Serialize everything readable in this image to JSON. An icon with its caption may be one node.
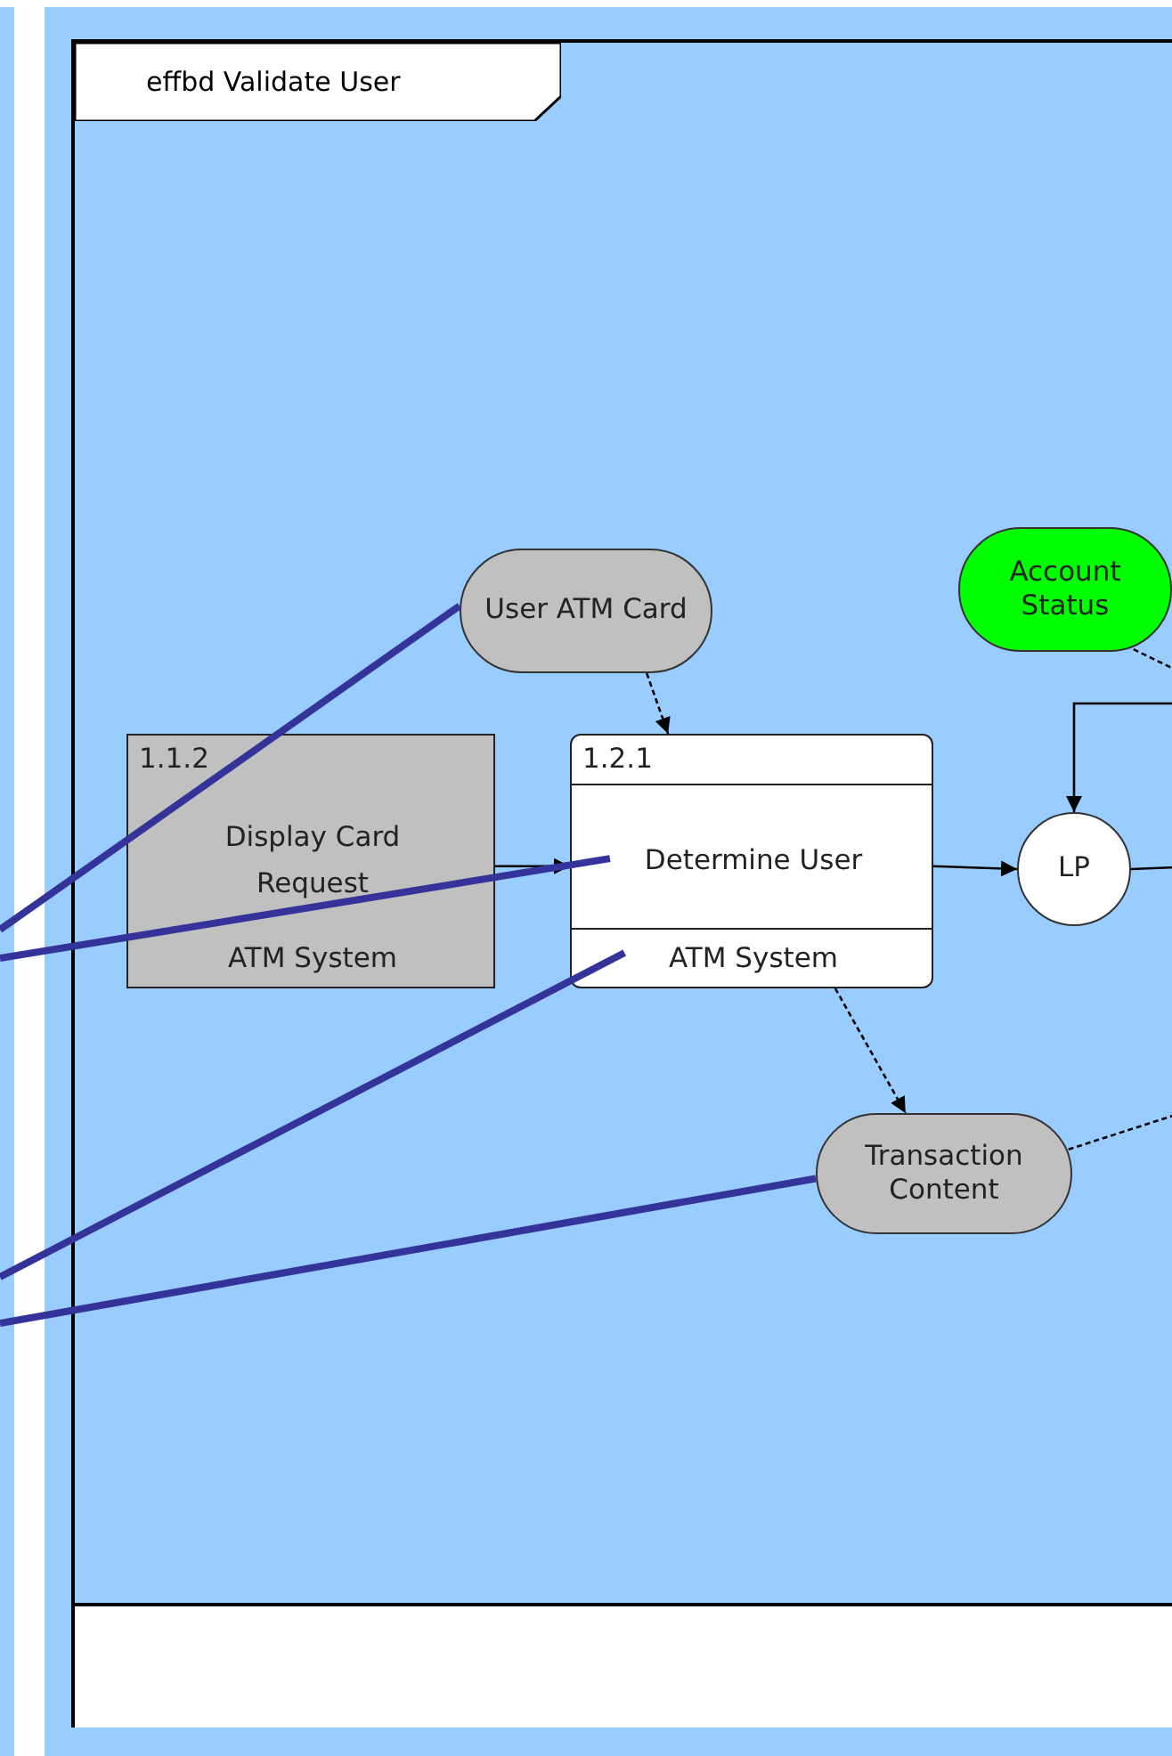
{
  "diagram": {
    "nodes": [
      {
        "text": [
          "effbd Validate User"
        ]
      },
      {
        "text": [
          "User ATM Card"
        ],
        "in": 0
      },
      {
        "text": [
          "Account Status"
        ],
        "in": 0
      },
      {
        "text": [
          "1.1.2",
          "Display Card Request",
          "ATM System"
        ],
        "in": 0
      },
      {
        "text": [
          "1.2.1",
          "Determine User",
          "ATM System"
        ],
        "in": 0
      },
      {
        "text": [
          "LP"
        ],
        "in": 0
      },
      {
        "text": [
          "Transaction Content"
        ],
        "in": 0
      }
    ],
    "edges": [
      {
        "from": 1,
        "to": 4,
        "arrow": "to",
        "style": "dashed"
      },
      {
        "from": 3,
        "to": 4,
        "arrow": "to"
      },
      {
        "from": 4,
        "to": 5,
        "arrow": "to"
      },
      {
        "from": null,
        "to": 5,
        "arrow": "to"
      },
      {
        "from": 2,
        "to": null,
        "arrow": "none",
        "style": "dashed"
      },
      {
        "from": 5,
        "to": null,
        "arrow": "none"
      },
      {
        "from": 4,
        "to": 6,
        "arrow": "to",
        "style": "dashed"
      },
      {
        "from": 6,
        "to": null,
        "arrow": "none",
        "style": "dashed"
      },
      {
        "from": null,
        "to": 1,
        "arrow": "none",
        "style": "thick",
        "color": "#333399"
      },
      {
        "from": null,
        "to": 4,
        "arrow": "none",
        "style": "thick",
        "color": "#333399"
      },
      {
        "from": null,
        "to": 4,
        "arrow": "none",
        "style": "thick",
        "color": "#333399"
      },
      {
        "from": null,
        "to": 6,
        "arrow": "none",
        "style": "thick",
        "color": "#333399"
      }
    ]
  }
}
